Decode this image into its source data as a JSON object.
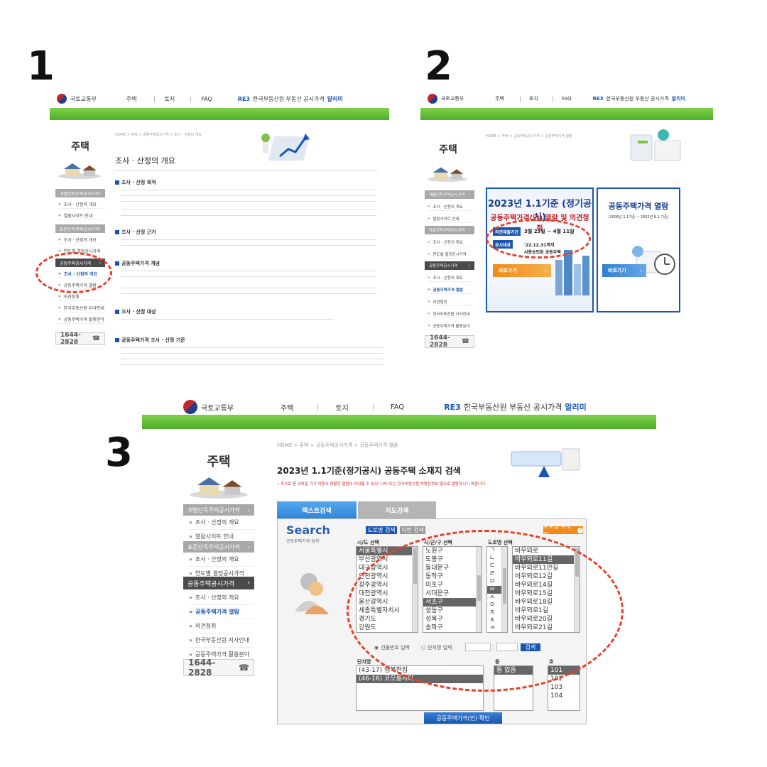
{
  "steps": [
    "1",
    "2",
    "3"
  ],
  "header": {
    "gov_name": "국토교통부",
    "nav": [
      "주택",
      "토지",
      "FAQ"
    ],
    "reb_mark": "RE3",
    "reb_name": "한국부동산원 부동산 공시가격",
    "reb_highlight": "알리미"
  },
  "sidebar": {
    "title": "주택",
    "phone": "1644-2828",
    "groups_short": [
      "개별단독주택공시가격",
      "표준단독주택공시가격",
      "공동주택공시가격"
    ],
    "items_s1": [
      "조사 · 산정의 개요",
      "열람사이트 안내",
      "조사 · 산정의 개요",
      "연도별 결정공시가격",
      "조사 · 산정의 개요",
      "공동주택가격 열람",
      "의견청취",
      "한국부동산원 지사안내",
      "공동주택가격 활용분야"
    ],
    "groups_s3": [
      "개별단독주택공시가격",
      "표준단독주택공시가격",
      "공동주택공시가격"
    ],
    "items_s3_g1": [
      "조사 · 산정의 개요",
      "열람사이트 안내"
    ],
    "items_s3_g2": [
      "조사 · 산정의 개요",
      "연도별 결정공시가격"
    ],
    "items_s3_g3": [
      "조사 · 산정의 개요",
      "공동주택가격 열람",
      "의견청취",
      "한국부동산원 지사안내",
      "공동주택가격 활용분야"
    ]
  },
  "shot1": {
    "breadcrumb": "HOME > 주택 > 공동주택공시가격 > 조사 · 산정의 개요",
    "title": "조사 · 산정의 개요",
    "sections": [
      {
        "head": "조사 · 산정 목적"
      },
      {
        "head": "조사 · 산정 근거"
      },
      {
        "head": "공동주택가격 개념"
      },
      {
        "head": "조사 · 산정 대상"
      },
      {
        "head": "공동주택가격 조사 · 산정 기준"
      }
    ]
  },
  "shot2": {
    "breadcrumb": "HOME > 주택 > 공동주택공시가격 > 공동주택가격 열람",
    "banner1": {
      "title": "2023년 1.1기준 (정기공시)",
      "subtitle": "공동주택가격(안) 열람 및 의견청취",
      "badge1": "의견제출기간",
      "text1": "3월 23일 ~ 4월 11일",
      "badge2": "공시대상",
      "text2": "'22.12.31까지",
      "text3": "사용승인된 공동주택",
      "button": "바로가기"
    },
    "banner2": {
      "title": "공동주택가격 열람",
      "subtitle": "(2006년 1.1기준 ~ 2022년 6.1 기준)",
      "button": "바로가기"
    }
  },
  "shot3": {
    "breadcrumb": "HOME > 주택 > 공동주택공시가격 > 공동주택가격 열람",
    "title": "2023년 1.1기준(정기공시) 공동주택 소재지 검색",
    "notice": "• 추가로 첨 모바일 기기 이용시 원활한 열람이 어려울 수 있으니 PC 또는 한국부동산원 부동산정보 앱으로 열람하시기 바랍니다.",
    "tabs": [
      "텍스트검색",
      "지도검색"
    ],
    "search_title": "Search",
    "search_sub": "공동주택가격 검색",
    "btn_road": "도로명 검색",
    "btn_jibun": "지번 검색",
    "btn_help": "도로명 주소란",
    "col_sido": "시/도 선택",
    "col_sigungu": "시/군/구 선택",
    "col_road": "도로명 선택",
    "sido": [
      "서울특별시",
      "부산광역시",
      "대구광역시",
      "인천광역시",
      "광주광역시",
      "대전광역시",
      "울산광역시",
      "세종특별자치시",
      "경기도",
      "강원도"
    ],
    "sigungu": [
      "노원구",
      "도봉구",
      "동대문구",
      "동작구",
      "마포구",
      "서대문구",
      "서초구",
      "성동구",
      "성북구",
      "송파구"
    ],
    "initials": [
      "ㄱ",
      "ㄴ",
      "ㄷ",
      "ㄹ",
      "ㅁ",
      "ㅂ",
      "ㅅ",
      "ㅇ",
      "ㅈ",
      "ㅊ",
      "ㅋ"
    ],
    "roads": [
      "바우뫼로",
      "바우뫼로11길",
      "바우뫼로11안길",
      "바우뫼로12길",
      "바우뫼로14길",
      "바우뫼로15길",
      "바우뫼로18길",
      "바우뫼로1길",
      "바우뫼로20길",
      "바우뫼로21길"
    ],
    "radio1": "건물번호 입력",
    "radio2": "단지명 입력",
    "btn_search": "검색",
    "col_danji": "단지명",
    "col_dong": "동",
    "col_ho": "호",
    "danji": [
      "(43-17) 행복한집",
      "(46-16) 코오롱시아"
    ],
    "dong": [
      "동 없음"
    ],
    "ho": [
      "101",
      "102",
      "103",
      "104"
    ],
    "confirm": "공동주택가격(안) 확인"
  }
}
